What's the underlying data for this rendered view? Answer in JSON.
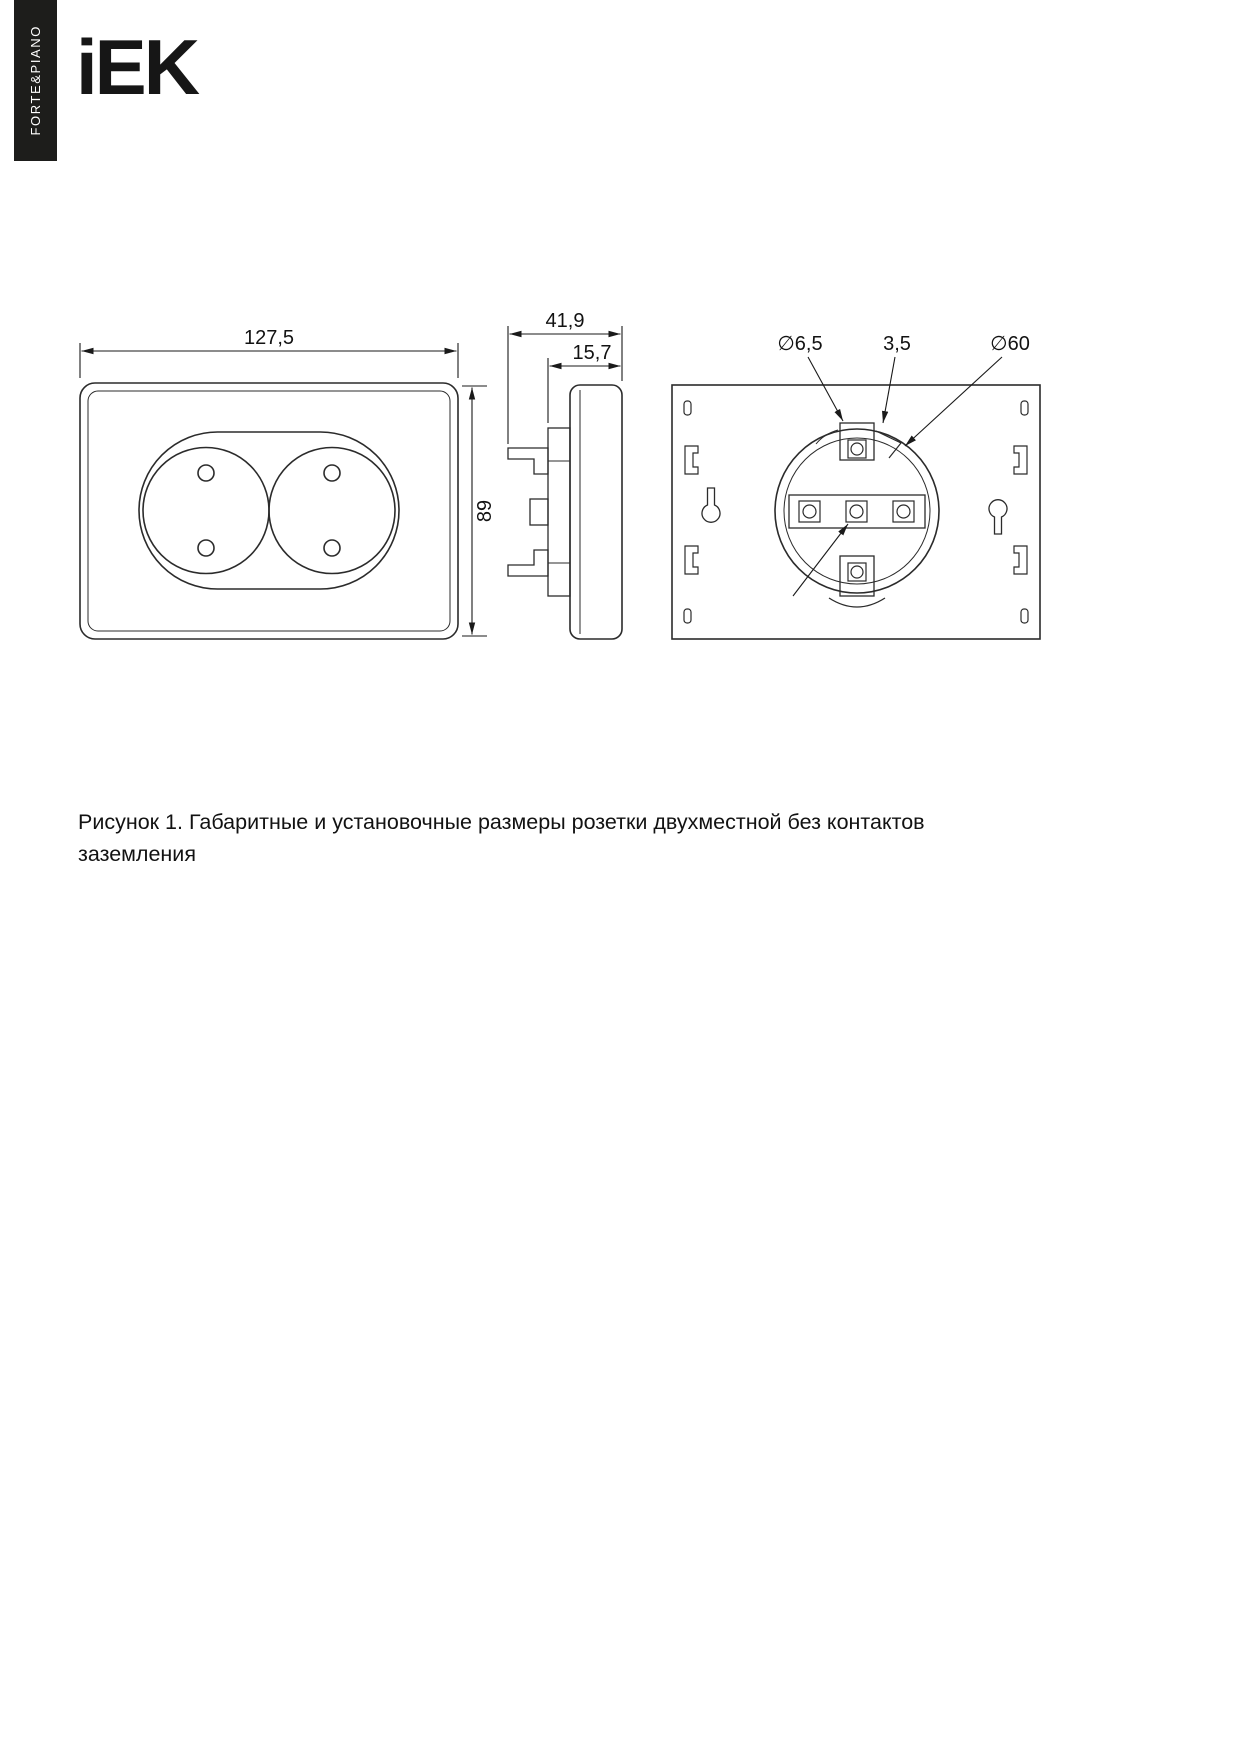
{
  "page": {
    "background_color": "#ffffff",
    "line_color": "#2b2b2b"
  },
  "brand": {
    "vertical_label": "FORTE&PIANO",
    "logo_text": "iEK",
    "bar_color": "#1d1d1b"
  },
  "figure": {
    "caption": "Рисунок 1. Габаритные и установочные размеры розетки двухместной без контактов заземления"
  },
  "dimensions": {
    "front_width": "127,5",
    "front_height": "89",
    "side_depth": "41,9",
    "side_cover_depth": "15,7",
    "back_hole_diameter": "∅6,5",
    "back_tab_width": "3,5",
    "back_box_diameter": "∅60"
  }
}
